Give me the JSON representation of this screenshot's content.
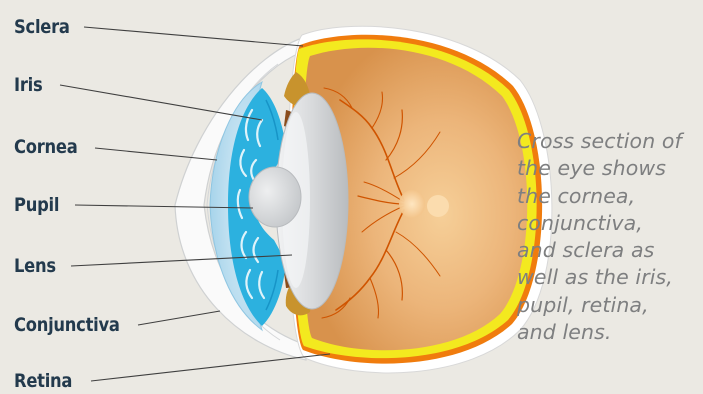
{
  "labels": {
    "sclera": "Sclera",
    "iris": "Iris",
    "cornea": "Cornea",
    "pupil": "Pupil",
    "lens": "Lens",
    "conjunctiva": "Conjunctiva",
    "retina": "Retina"
  },
  "caption": {
    "lines": [
      "Cross section of",
      "the eye shows",
      "the cornea,",
      "conjunctiva,",
      "and sclera as",
      "well as the iris,",
      "pupil, retina,",
      "and lens."
    ]
  },
  "colors": {
    "background": "#ebe9e3",
    "label_text": "#233a4d",
    "caption_text": "#7e7f80",
    "sclera": "#ffffff",
    "retina_outer": "#f07c0d",
    "retina_yellow": "#f3e91f",
    "vitreous": "#e3a464",
    "iris": "#2cb1df",
    "lens": "#d3d6d8",
    "conjunctiva": "#b9ddef",
    "blood_vessel": "#cf5400"
  }
}
